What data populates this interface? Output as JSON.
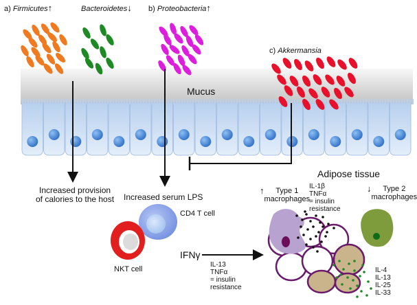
{
  "panels": {
    "a_prefix": "a)",
    "firmicutes": "Firmicutes",
    "bacteroidetes": "Bacteroidetes",
    "b_prefix": "b)",
    "proteobacteria": "Proteobacteria",
    "c_prefix": "c)",
    "akkermansia": "Akkermansia",
    "arrow_up": "↑",
    "arrow_down": "↓"
  },
  "labels": {
    "mucus": "Mucus",
    "increased_provision": "Increased provision\nof calories to the host",
    "increased_lps": "Increased serum LPS",
    "cd4": "CD4 T cell",
    "nkt": "NKT cell",
    "ifng": "IFNγ",
    "cytokines_left": "IL-13\nTNFα\n= insulin\nresistance",
    "adipose": "Adipose tissue",
    "type1_arrow": "↑",
    "type1": "Type 1\nmacrophages",
    "cytokines_top": "IL-1β\nTNFα\n= insulin\nresistance",
    "type2_arrow": "↓",
    "type2": "Type 2\nmacrophages",
    "cytokines_right": "IL-4\nIL-13\nIL-25\nIL-33"
  },
  "colors": {
    "firmicutes": "#f07a1f",
    "bacteroidetes": "#1d8a24",
    "proteobacteria": "#dd1edd",
    "akkermansia": "#e8102a",
    "epithelium": "#c7dcf2",
    "nucleus": "#4a8ad8",
    "mucus": "#dcdcdc",
    "adipocyte_outline": "#6a1a6a",
    "adipocyte_fill": "#c9b48c",
    "type1_macrophage": "#b49ccc",
    "type2_macrophage": "#7a9a3a",
    "nkt": "#e02020",
    "cd4": "#8fa8ec"
  }
}
